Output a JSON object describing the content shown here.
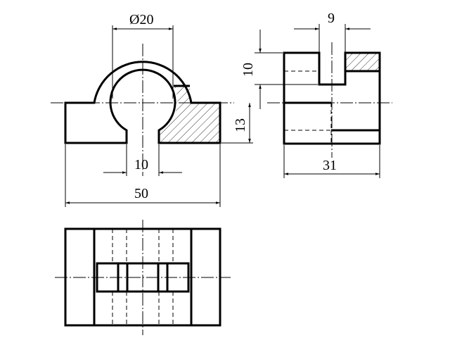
{
  "drawing": {
    "dimensions": {
      "diameter": "Ø20",
      "slot_width": "10",
      "total_width": "50",
      "side_slot_width": "9",
      "side_slot_depth": "10",
      "side_lower_height": "13",
      "side_depth": "31"
    }
  }
}
